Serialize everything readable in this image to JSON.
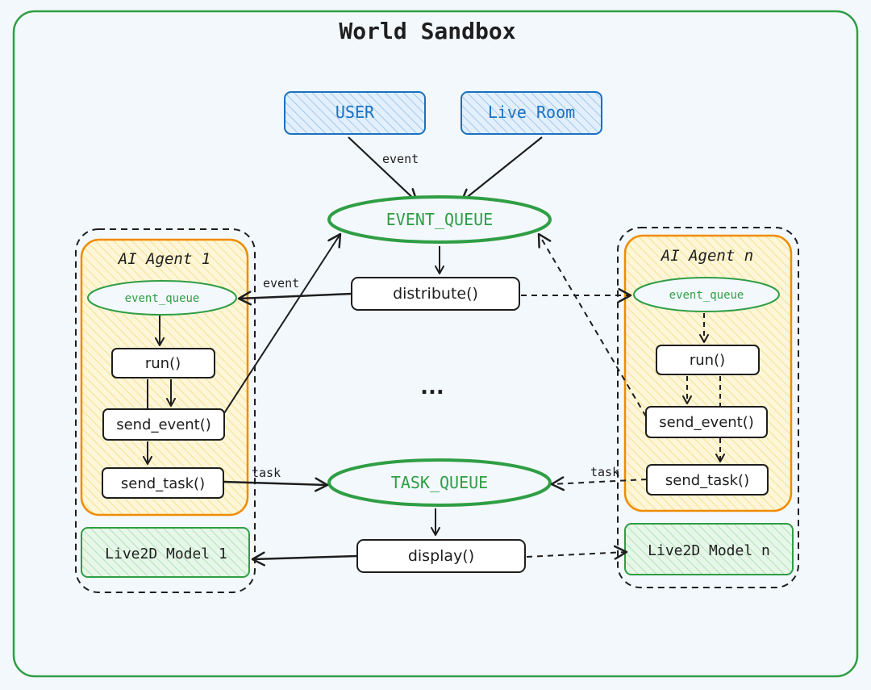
{
  "sandbox": {
    "title": "World Sandbox"
  },
  "sources": {
    "user": "USER",
    "live_room": "Live Room"
  },
  "queues": {
    "event_queue": "EVENT_QUEUE",
    "task_queue": "TASK_QUEUE"
  },
  "functions": {
    "distribute": "distribute()",
    "display": "display()"
  },
  "ellipsis": "...",
  "agent_1": {
    "title": "AI Agent 1",
    "event_queue": "event_queue",
    "run": "run()",
    "send_event": "send_event()",
    "send_task": "send_task()",
    "model": "Live2D Model 1"
  },
  "agent_n": {
    "title": "AI Agent n",
    "event_queue": "event_queue",
    "run": "run()",
    "send_event": "send_event()",
    "send_task": "send_task()",
    "model": "Live2D Model n"
  },
  "edge_labels": {
    "user_event": "event",
    "distribute_event": "event",
    "task_left": "task",
    "task_right": "task"
  },
  "colors": {
    "background": "#f3f8fd",
    "sandbox_border": "#2f9e44",
    "source_fill": "#bfdcf5",
    "source_border": "#1971c2",
    "agent_fill": "#fbf0bf",
    "agent_border": "#f08c00",
    "model_fill": "#d6f2da",
    "model_border": "#2f9e44",
    "queue_border": "#2f9e44",
    "queue_text": "#2f9e44",
    "ink": "#1e1e1e"
  }
}
